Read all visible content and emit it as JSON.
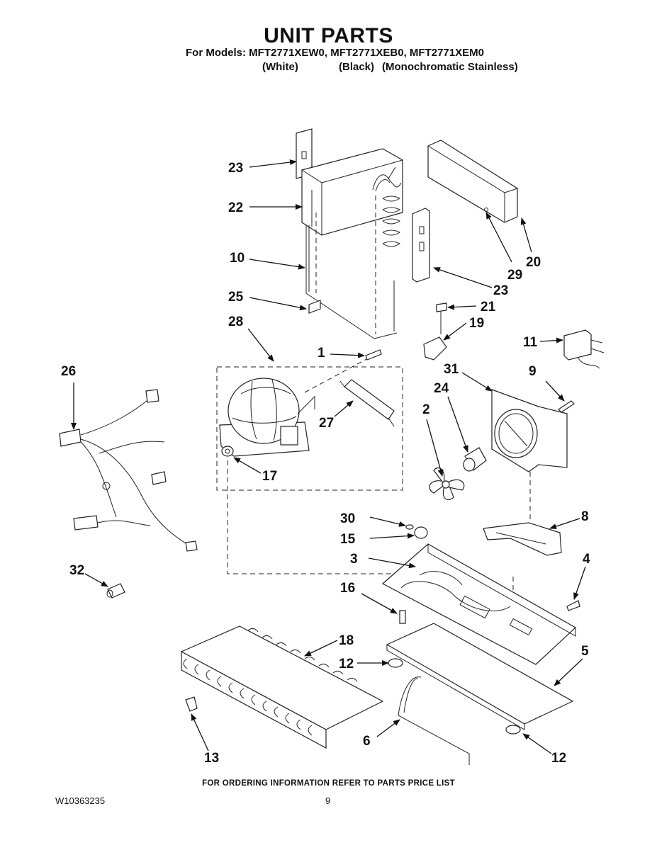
{
  "header": {
    "title": "UNIT PARTS",
    "models_line": "For Models: MFT2771XEW0, MFT2771XEB0, MFT2771XEM0",
    "variant_white": "(White)",
    "variant_black": "(Black)",
    "variant_stainless": "(Monochromatic Stainless)"
  },
  "footer": {
    "note": "FOR ORDERING INFORMATION REFER TO PARTS PRICE LIST",
    "doc_number": "W10363235",
    "page_number": "9"
  },
  "callouts": {
    "c23a": "23",
    "c22": "22",
    "c10": "10",
    "c25": "25",
    "c28": "28",
    "c1": "1",
    "c27": "27",
    "c17": "17",
    "c26": "26",
    "c32": "32",
    "c20": "20",
    "c29": "29",
    "c23b": "23",
    "c21": "21",
    "c19": "19",
    "c11": "11",
    "c31": "31",
    "c9": "9",
    "c24": "24",
    "c2": "2",
    "c8": "8",
    "c30": "30",
    "c15": "15",
    "c3": "3",
    "c4": "4",
    "c16": "16",
    "c18": "18",
    "c12a": "12",
    "c5": "5",
    "c6": "6",
    "c13": "13",
    "c12b": "12"
  },
  "icons": {
    "arrowhead": "arrow-head-icon"
  }
}
